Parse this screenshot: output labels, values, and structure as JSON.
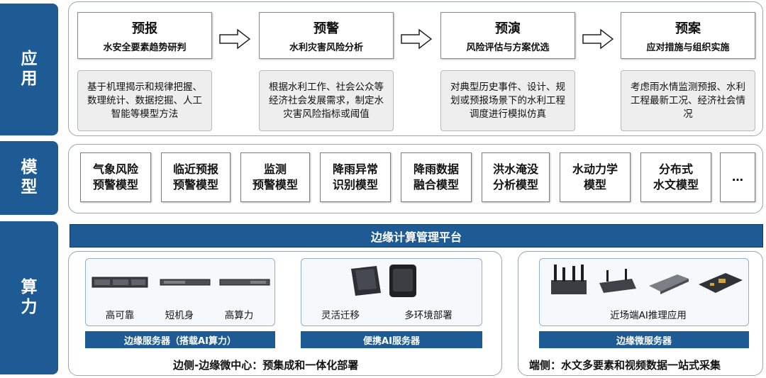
{
  "bands": {
    "application": "应用",
    "model": "模型",
    "compute": "算力"
  },
  "application": {
    "stages": [
      {
        "title": "预报",
        "subtitle": "水安全要素趋势研判",
        "desc": "基于机理揭示和规律把握、数理统计、数据挖掘、人工智能等模型方法"
      },
      {
        "title": "预警",
        "subtitle": "水利灾害风险分析",
        "desc": "根据水利工作、社会公众等经济社会发展需求，制定水灾害风险指标或阈值"
      },
      {
        "title": "预演",
        "subtitle": "风险评估与方案优选",
        "desc": "对典型历史事件、设计、规划或预报场景下的水利工程调度进行模拟仿真"
      },
      {
        "title": "预案",
        "subtitle": "应对措施与组织实施",
        "desc": "考虑雨水情监测预报、水利工程最新工况、经济社会情况"
      }
    ]
  },
  "models": [
    {
      "line1": "气象风险",
      "line2": "预警模型"
    },
    {
      "line1": "临近预报",
      "line2": "预警模型"
    },
    {
      "line1": "监测",
      "line2": "预警模型"
    },
    {
      "line1": "降雨异常",
      "line2": "识别模型"
    },
    {
      "line1": "降雨数据",
      "line2": "融合模型"
    },
    {
      "line1": "洪水淹没",
      "line2": "分析模型"
    },
    {
      "line1": "水动力学",
      "line2": "模型"
    },
    {
      "line1": "分布式",
      "line2": "水文模型"
    },
    {
      "line1": "…",
      "line2": ""
    }
  ],
  "compute": {
    "platform": "边缘计算管理平台",
    "edge_server": {
      "captions": [
        "高可靠",
        "短机身",
        "高算力"
      ],
      "label": "边缘服务器（搭载AI算力）"
    },
    "portable_server": {
      "captions": [
        "灵活迁移",
        "多环境部署"
      ],
      "label": "便携AI服务器"
    },
    "micro_server": {
      "caption": "近场端AI推理应用",
      "label": "边缘微服务器"
    },
    "footer_left": "边侧-边缘微中心：预集成和一体化部署",
    "footer_right": "端侧：水文多要素和视频数据一站式采集"
  },
  "colors": {
    "primary": "#1e5b94",
    "desc_bg": "#eeeeee",
    "border": "#9aa5b1"
  }
}
